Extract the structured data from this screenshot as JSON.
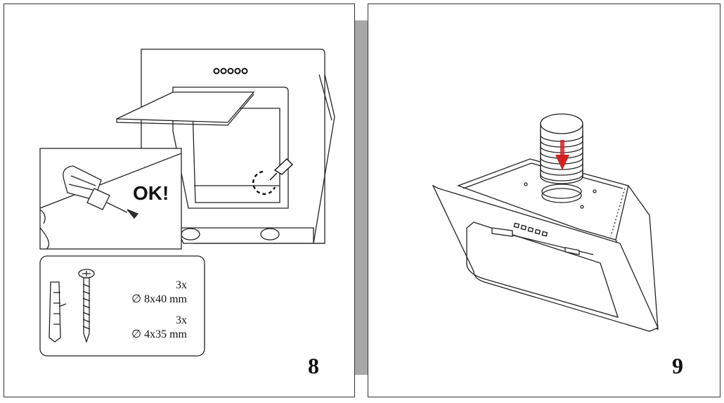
{
  "page8": {
    "step_number": "8",
    "ok_label": "OK!",
    "parts": [
      {
        "quantity": "3x",
        "spec": "∅ 8x40 mm"
      },
      {
        "quantity": "3x",
        "spec": "∅ 4x35 mm"
      }
    ]
  },
  "page9": {
    "step_number": "9"
  },
  "colors": {
    "line": "#222222",
    "gutter": "#a7a7a7",
    "arrow": "#d42020"
  }
}
